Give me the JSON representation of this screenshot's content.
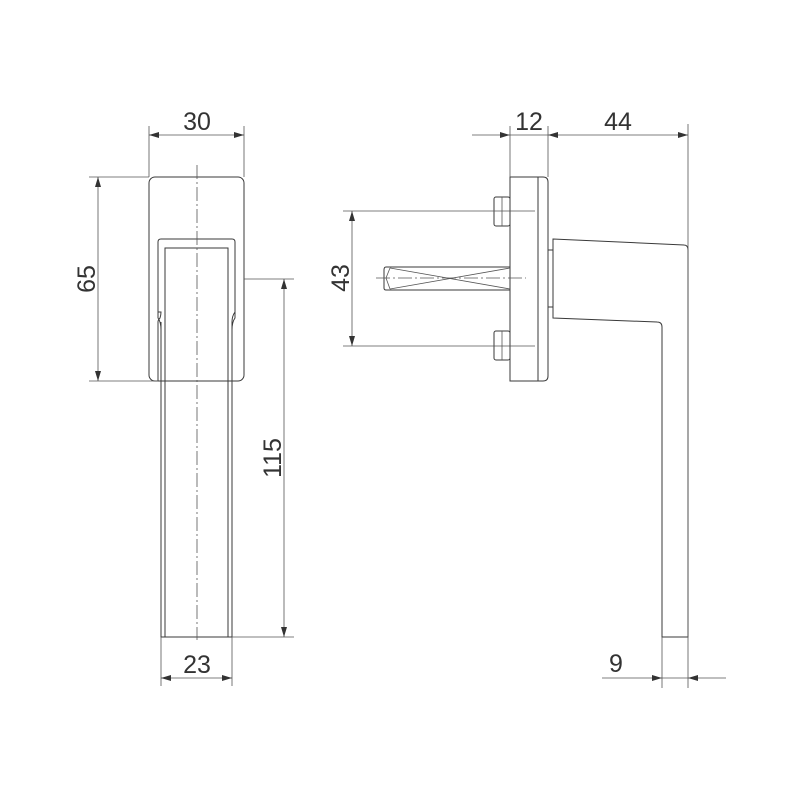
{
  "drawing": {
    "front_view": {
      "rosette_width": "30",
      "rosette_height": "65",
      "handle_length": "115",
      "handle_width": "23"
    },
    "side_view": {
      "rosette_depth": "12",
      "handle_projection": "44",
      "screw_spacing": "43",
      "handle_thickness": "9"
    }
  }
}
